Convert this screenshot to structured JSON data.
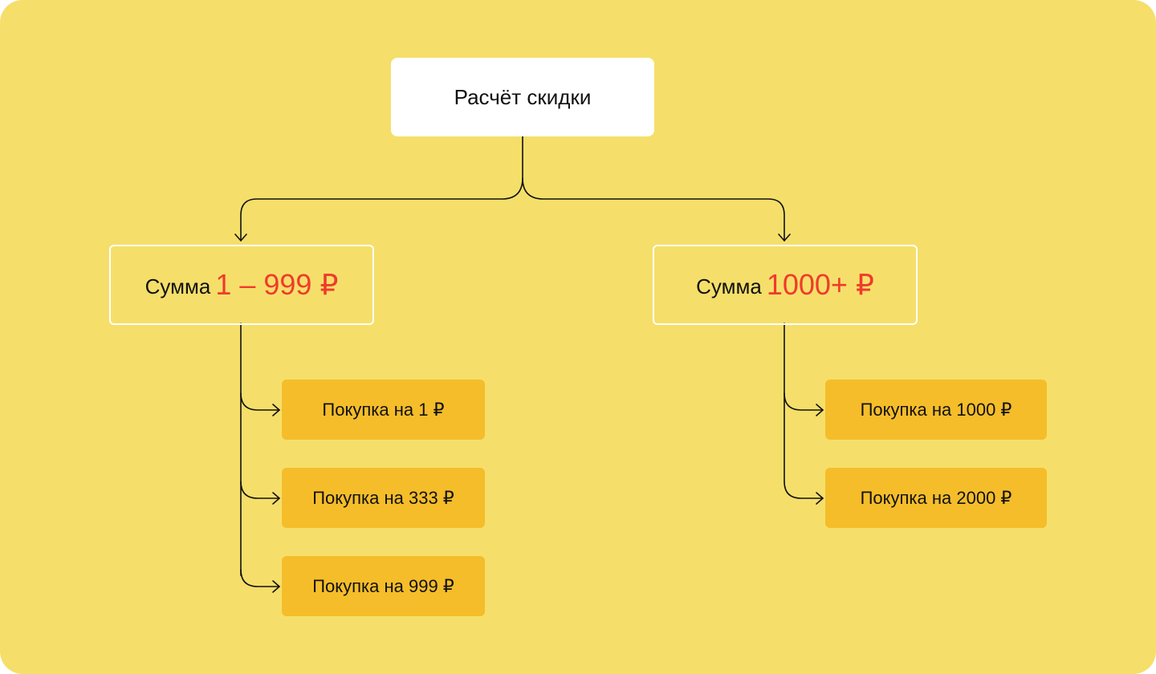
{
  "root": {
    "label": "Расчёт скидки"
  },
  "branches": [
    {
      "label": "Сумма",
      "range": "1 – 999 ₽",
      "items": [
        "Покупка на 1 ₽",
        "Покупка на 333 ₽",
        "Покупка на 999 ₽"
      ]
    },
    {
      "label": "Сумма",
      "range": "1000+ ₽",
      "items": [
        "Покупка на 1000 ₽",
        "Покупка на 2000 ₽"
      ]
    }
  ],
  "colors": {
    "background": "#F5DF6A",
    "leaf": "#F5BD2A",
    "accent": "#EF3B2C",
    "line": "#111111"
  }
}
